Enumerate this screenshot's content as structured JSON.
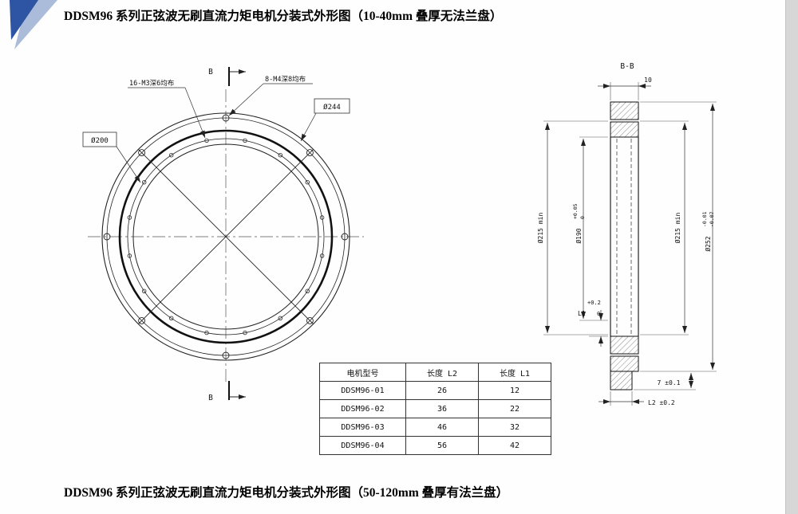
{
  "page": {
    "title_top": "DDSM96 系列正弦波无刷直流力矩电机分装式外形图（10-40mm 叠厚无法兰盘）",
    "title_bottom": "DDSM96 系列正弦波无刷直流力矩电机分装式外形图（50-120mm 叠厚有法兰盘）"
  },
  "front_view": {
    "label_inner_bolts": "16-M3深6均布",
    "label_outer_bolts": "8-M4深8均布",
    "dia_outer_bolt_circle": "Ø244",
    "dia_inner_bolt_circle": "Ø200",
    "section_letter": "B"
  },
  "section_view": {
    "title": "B-B",
    "dim_top_width": "10",
    "dia_215_left": "Ø215 min",
    "dia_190": "Ø190",
    "dia_190_tol_up": "+0.05",
    "dia_190_tol_low": "0",
    "dia_215_right": "Ø215 min",
    "dia_252": "Ø252",
    "dia_252_tol_up": "-0.01",
    "dia_252_tol_low": "-0.07",
    "dim_l1_label": "L1",
    "dim_l1_tol_up": "+0.2",
    "dim_l1_tol_low": "0",
    "dim_flange": "7 ±0.1",
    "dim_l2": "L2 ±0.2"
  },
  "table": {
    "headers": [
      "电机型号",
      "长度 L2",
      "长度 L1"
    ],
    "rows": [
      [
        "DDSM96-01",
        "26",
        "12"
      ],
      [
        "DDSM96-02",
        "36",
        "22"
      ],
      [
        "DDSM96-03",
        "46",
        "32"
      ],
      [
        "DDSM96-04",
        "56",
        "42"
      ]
    ]
  }
}
